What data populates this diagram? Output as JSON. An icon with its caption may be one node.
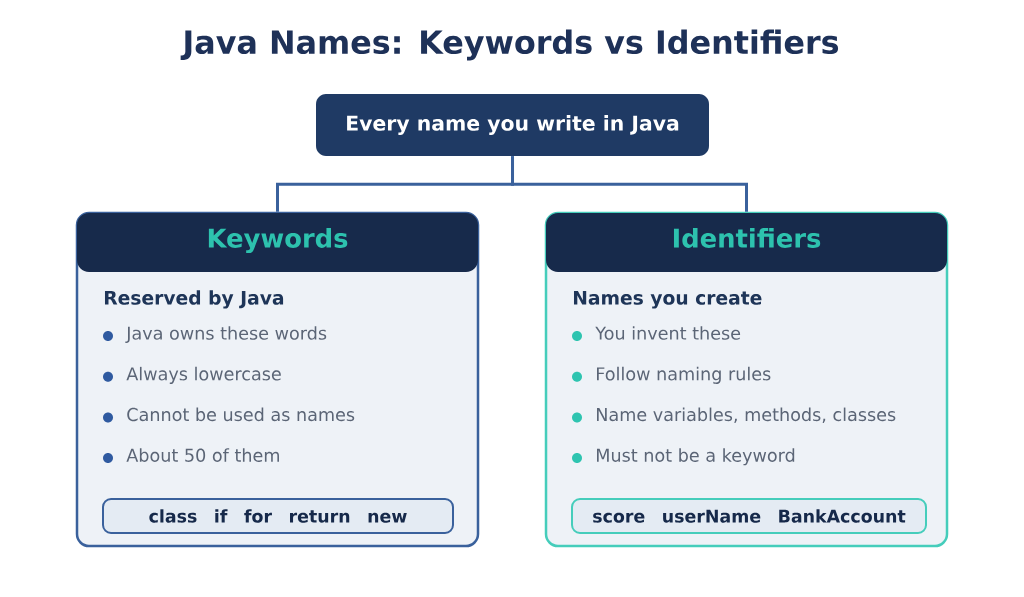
{
  "diagram": {
    "title": "Java Names: Keywords vs Identifiers",
    "nodes": [
      {
        "text": [
          "Every name you write in Java"
        ]
      },
      {
        "text": [
          "Keywords",
          "Reserved by Java",
          "Java owns these words",
          "Always lowercase",
          "Cannot be used as names",
          "About 50 of them"
        ]
      },
      {
        "text": [
          "class if for return new"
        ],
        "in": 1
      },
      {
        "text": [
          "Identifiers",
          "Names you create",
          "You invent these",
          "Follow naming rules",
          "Name variables, methods, classes",
          "Must not be a keyword"
        ]
      },
      {
        "text": [
          "score userName BankAccount"
        ],
        "in": 3
      }
    ],
    "edges": [
      {
        "from": 0,
        "to": 1,
        "arrow": "none"
      },
      {
        "from": 0,
        "to": 3,
        "arrow": "none"
      }
    ]
  }
}
